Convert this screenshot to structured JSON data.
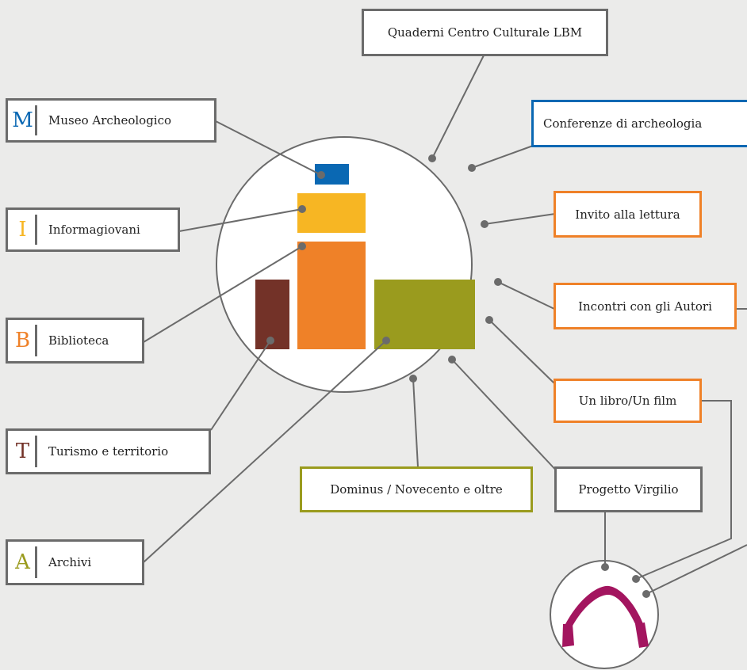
{
  "colors": {
    "grey": "#6b6b6b",
    "blue": "#0a68b3",
    "yellow": "#f7b623",
    "orange": "#ef8128",
    "brown": "#733228",
    "olive": "#9a9b1e",
    "magenta": "#a3155f"
  },
  "services": [
    {
      "letter": "M",
      "label": "Museo Archeologico",
      "color": "#0a68b3"
    },
    {
      "letter": "I",
      "label": "Informagiovani",
      "color": "#f7b623"
    },
    {
      "letter": "B",
      "label": "Biblioteca",
      "color": "#ef8128"
    },
    {
      "letter": "T",
      "label": "Turismo e territorio",
      "color": "#733228"
    },
    {
      "letter": "A",
      "label": "Archivi",
      "color": "#9a9b1e"
    }
  ],
  "projects": {
    "quaderni": "Quaderni Centro Culturale LBM",
    "conferenze": "Conferenze di archeologia",
    "invito": "Invito alla lettura",
    "incontri": "Incontri con gli Autori",
    "libro_film": "Un libro/Un film",
    "dominus": "Dominus / Novecento e oltre",
    "virgilio": "Progetto Virgilio"
  }
}
